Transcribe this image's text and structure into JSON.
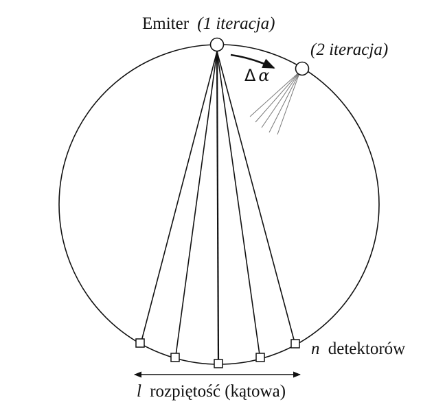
{
  "emitter_label": {
    "text": "Emiter",
    "iteration": "(1 iteracja)"
  },
  "second_iteration_label": "(2 iteracja)",
  "delta_alpha_label": {
    "delta": "Δ",
    "alpha": "α"
  },
  "detectors_label": {
    "variable": "n",
    "text": "detektorów"
  },
  "span_label": {
    "variable": "l",
    "text": "rozpiętość (kątowa)"
  }
}
